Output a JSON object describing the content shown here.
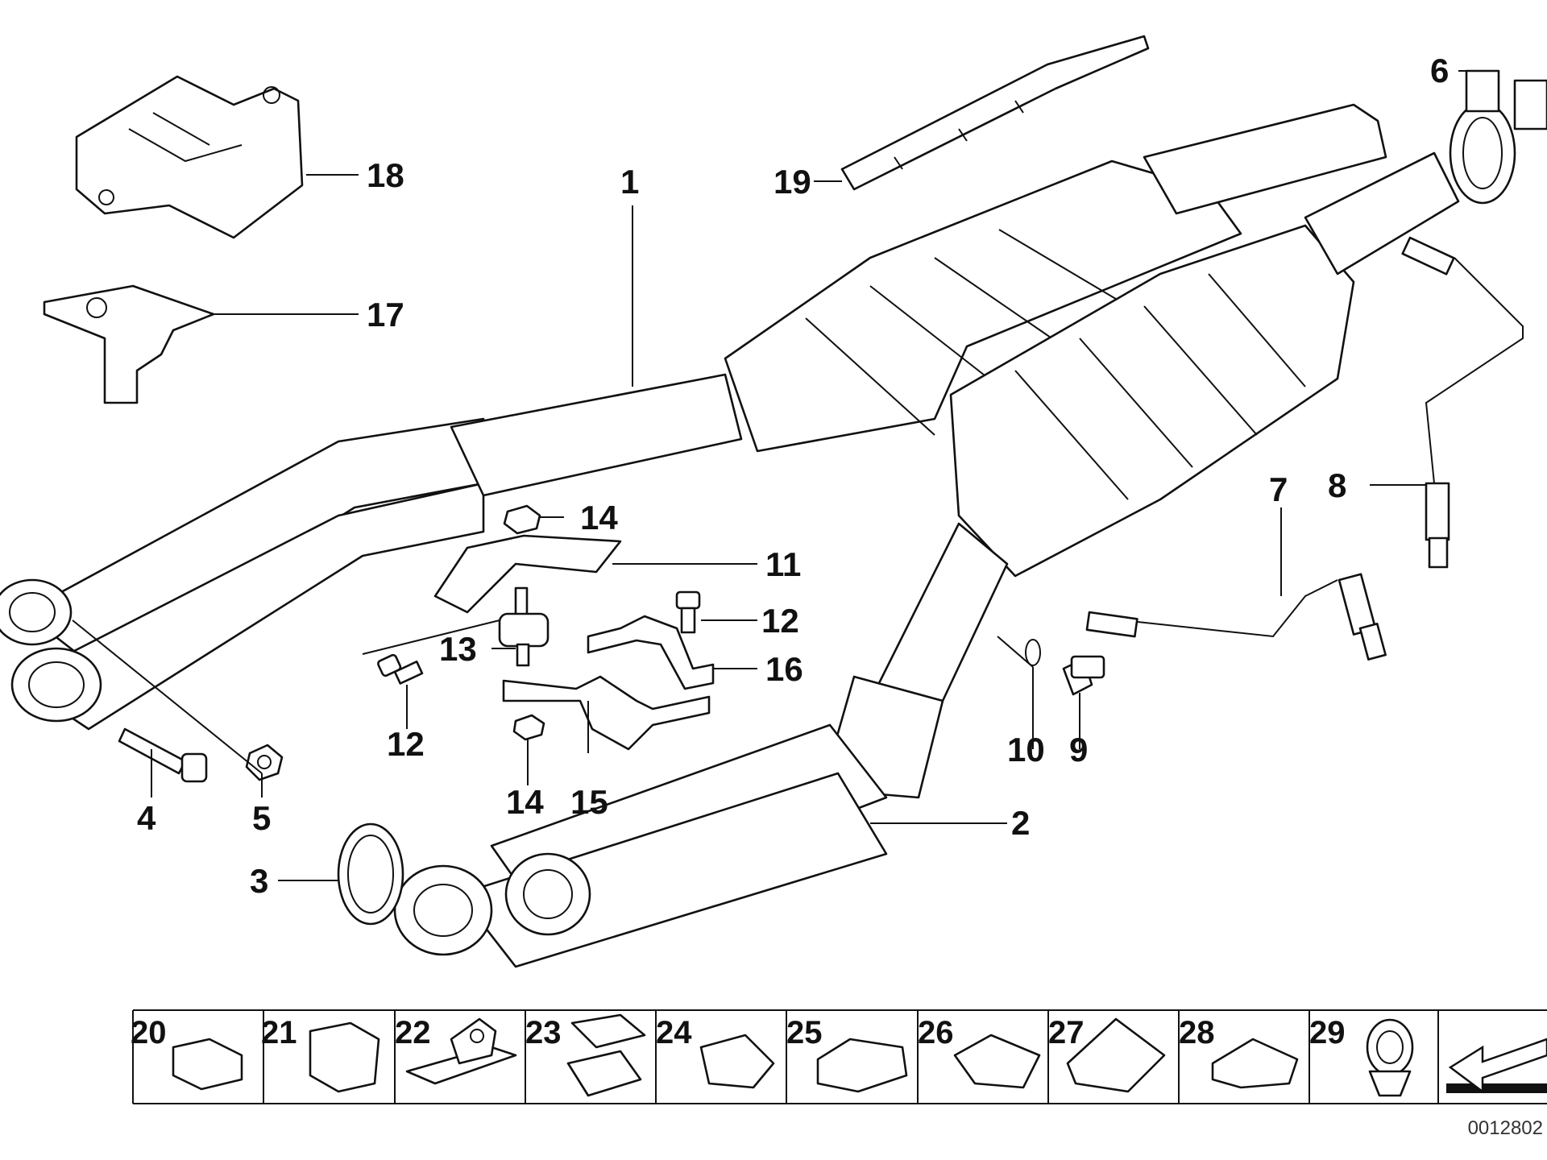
{
  "callouts": [
    "1",
    "2",
    "3",
    "4",
    "5",
    "6",
    "7",
    "8",
    "9",
    "10",
    "11",
    "12",
    "12",
    "13",
    "14",
    "14",
    "15",
    "16",
    "17",
    "18",
    "19"
  ],
  "strip": [
    "20",
    "21",
    "22",
    "23",
    "24",
    "25",
    "26",
    "27",
    "28",
    "29"
  ],
  "diagram_code": "0012802"
}
